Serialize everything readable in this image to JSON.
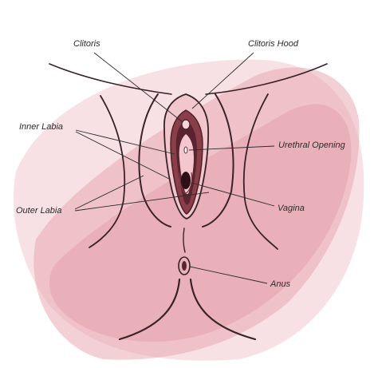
{
  "labels": {
    "clitoris": "Clitoris",
    "clitoris_hood": "Clitoris Hood",
    "inner_labia": "Inner Labia",
    "urethral_opening": "Urethral Opening",
    "outer_labia": "Outer Labia",
    "vagina": "Vagina",
    "anus": "Anus"
  },
  "colors": {
    "background": "#ffffff",
    "skin": "#f6dcdf",
    "wash": "#e8a8b3",
    "ink": "#3a2228",
    "shade_dark": "#4a1e26",
    "shade_mid": "#7a3a44",
    "leader_line": "#2b2b2b"
  }
}
